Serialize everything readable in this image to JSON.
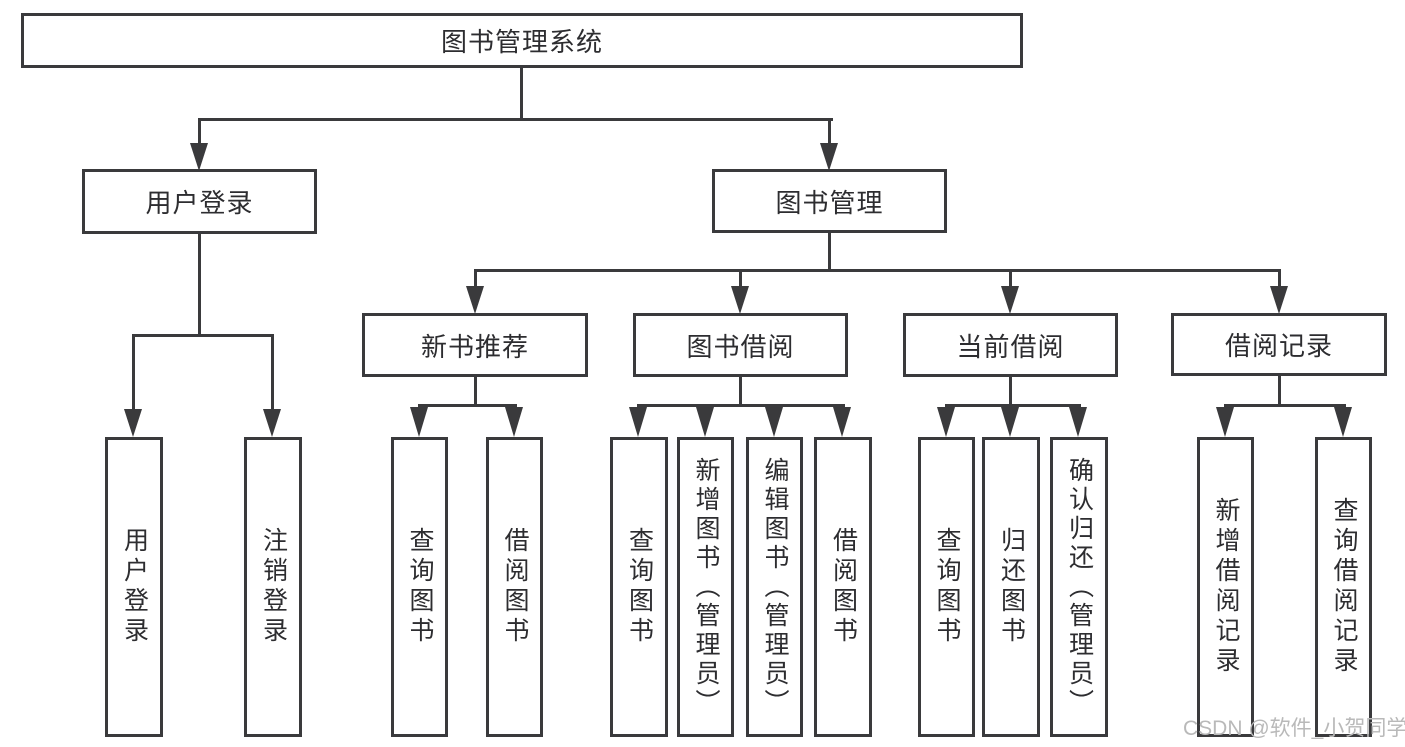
{
  "diagram": {
    "root": {
      "label": "图书管理系统"
    },
    "level2": {
      "user_login": {
        "label": "用户登录"
      },
      "book_management": {
        "label": "图书管理"
      }
    },
    "level3": {
      "new_book_recommend": {
        "label": "新书推荐"
      },
      "book_borrow": {
        "label": "图书借阅"
      },
      "current_borrow": {
        "label": "当前借阅"
      },
      "borrow_records": {
        "label": "借阅记录"
      }
    },
    "leaves": {
      "user_login": [
        "用户登录",
        "注销登录"
      ],
      "new_book_recommend": [
        "查询图书",
        "借阅图书"
      ],
      "book_borrow": [
        "查询图书",
        "新增图书（管理员）",
        "编辑图书（管理员）",
        "借阅图书"
      ],
      "current_borrow": [
        "查询图书",
        "归还图书",
        "确认归还（管理员）"
      ],
      "borrow_records": [
        "新增借阅记录",
        "查询借阅记录"
      ]
    },
    "watermark": "CSDN @软件_小贺同学",
    "colors": {
      "line": "#3a3a3c",
      "text": "#2d2d30",
      "watermark": "#b9b9b9",
      "background": "#ffffff"
    }
  }
}
